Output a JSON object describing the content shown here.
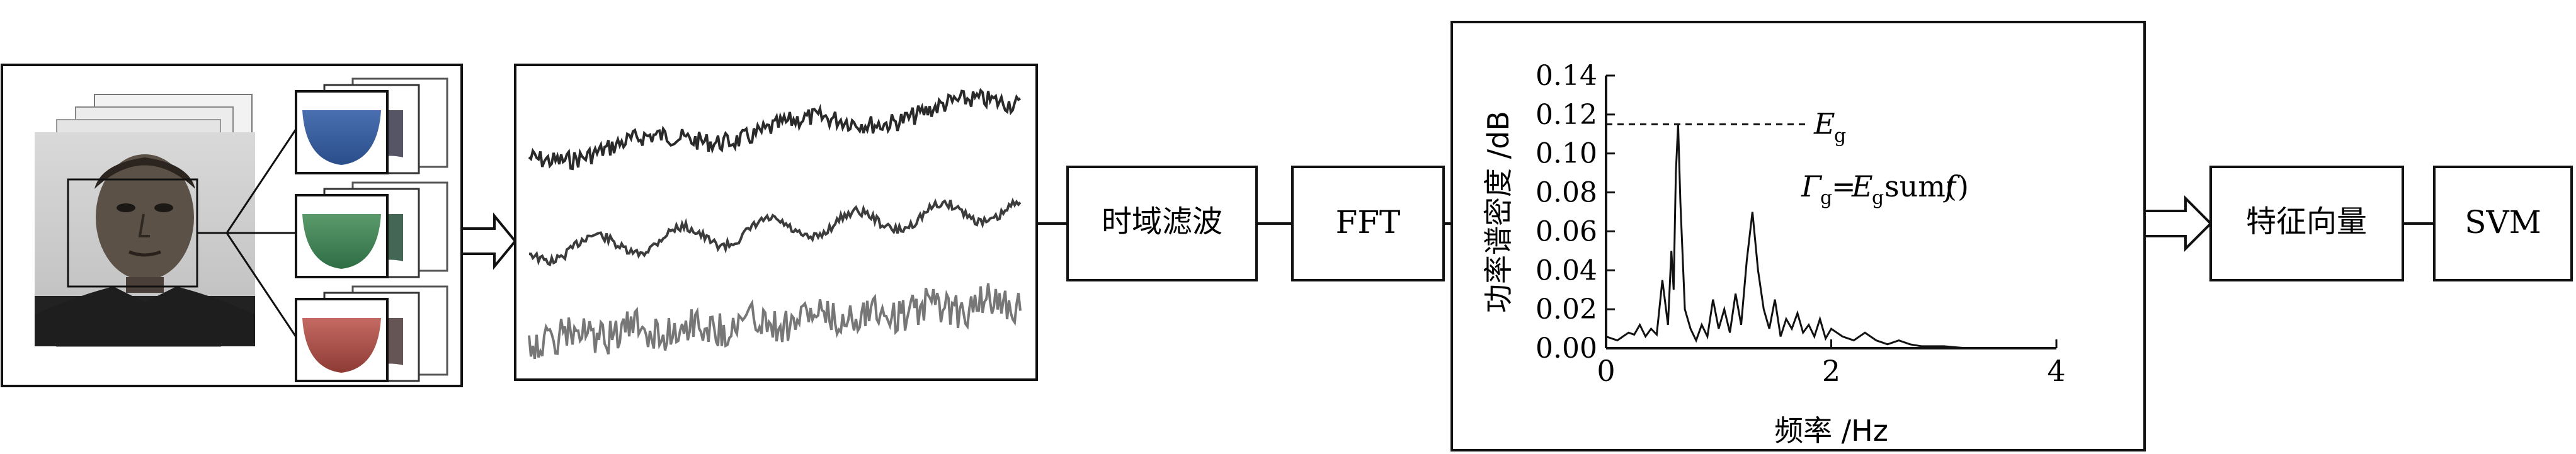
{
  "blocks": {
    "time_filter": "时域滤波",
    "fft": "FFT",
    "feature": "特征向量",
    "svm": "SVM"
  },
  "chart_data": {
    "type": "line",
    "xlabel": "频率 /Hz",
    "ylabel": "功率谱密度 /dB",
    "xlim": [
      0,
      4
    ],
    "ylim": [
      0,
      0.14
    ],
    "xticks": [
      "0",
      "2",
      "4"
    ],
    "yticks": [
      "0.00",
      "0.02",
      "0.04",
      "0.06",
      "0.08",
      "0.10",
      "0.12",
      "0.14"
    ],
    "peak_label": "E",
    "peak_label_sub": "g",
    "peak_value": 0.115,
    "formula": {
      "gamma": "Γ",
      "gamma_sub": "g",
      "eq": "=",
      "e": "E",
      "e_sub": "g",
      "sum": "sum(",
      "f": "f",
      "close": ")"
    },
    "series": [
      {
        "x": [
          0.0,
          0.05,
          0.1,
          0.15,
          0.2,
          0.25,
          0.3,
          0.35,
          0.4,
          0.45,
          0.5,
          0.55,
          0.58,
          0.6,
          0.62,
          0.64,
          0.66,
          0.7,
          0.75,
          0.8,
          0.85,
          0.9,
          0.95,
          1.0,
          1.05,
          1.1,
          1.15,
          1.2,
          1.25,
          1.3,
          1.35,
          1.4,
          1.45,
          1.5,
          1.55,
          1.6,
          1.65,
          1.7,
          1.75,
          1.8,
          1.85,
          1.9,
          1.95,
          2.0,
          2.1,
          2.2,
          2.3,
          2.4,
          2.5,
          2.6,
          2.7,
          2.8,
          3.0,
          3.2,
          3.5,
          4.0
        ],
        "y": [
          0.006,
          0.005,
          0.004,
          0.006,
          0.008,
          0.007,
          0.012,
          0.006,
          0.01,
          0.007,
          0.035,
          0.012,
          0.05,
          0.03,
          0.09,
          0.115,
          0.075,
          0.02,
          0.01,
          0.004,
          0.012,
          0.006,
          0.025,
          0.01,
          0.02,
          0.008,
          0.028,
          0.012,
          0.045,
          0.07,
          0.04,
          0.02,
          0.01,
          0.025,
          0.006,
          0.015,
          0.01,
          0.018,
          0.008,
          0.012,
          0.006,
          0.015,
          0.005,
          0.01,
          0.006,
          0.004,
          0.008,
          0.004,
          0.002,
          0.004,
          0.002,
          0.001,
          0.001,
          0.0,
          0.0,
          0.0
        ]
      }
    ]
  }
}
